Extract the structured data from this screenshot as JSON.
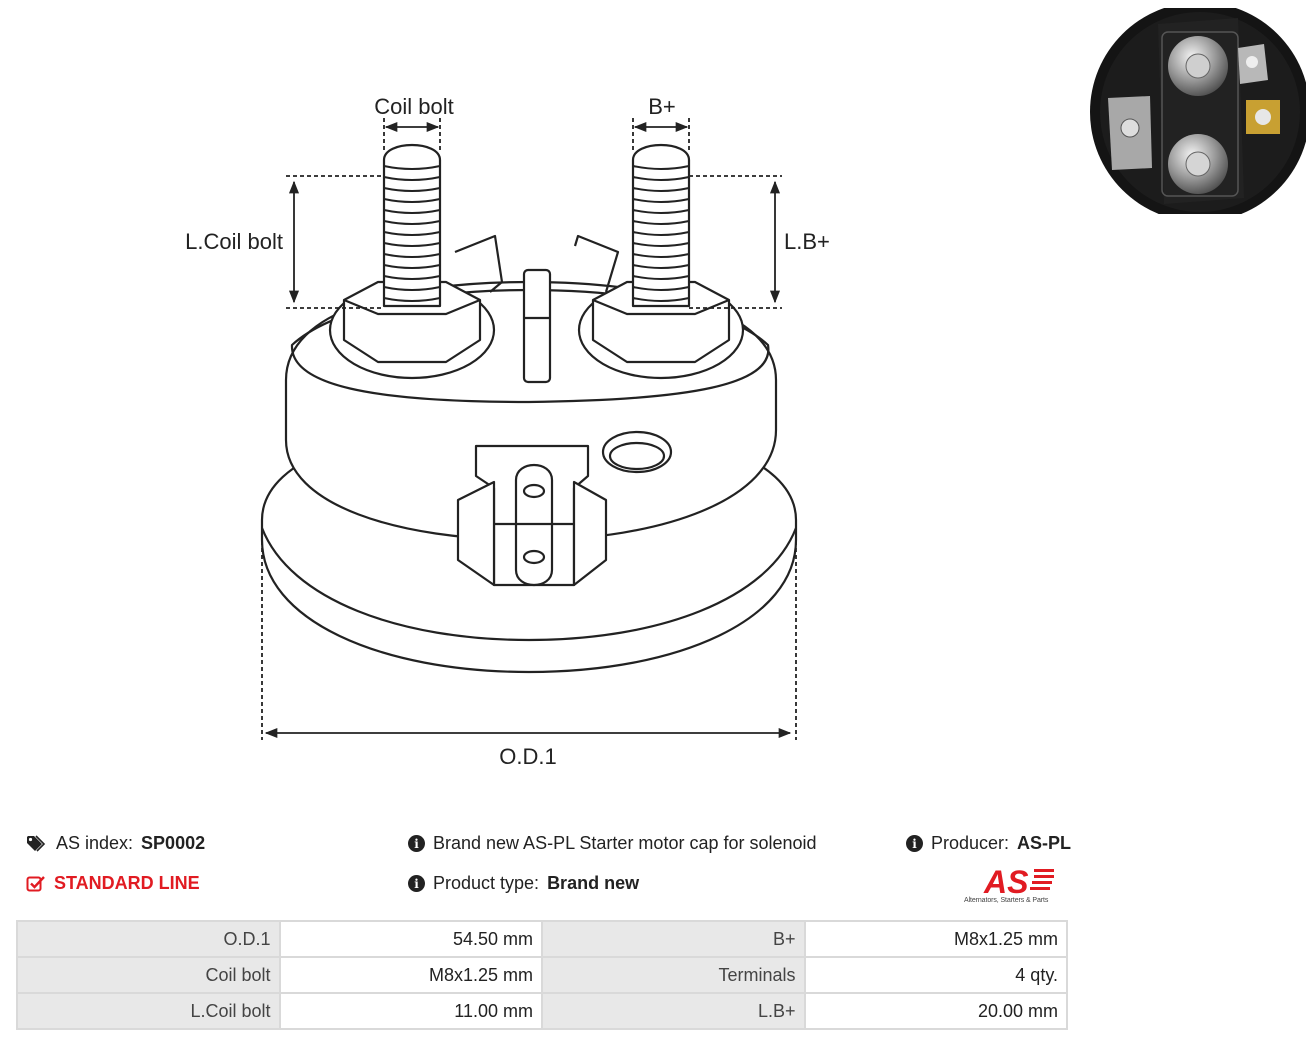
{
  "diagram": {
    "labels": {
      "coil_bolt": "Coil bolt",
      "b_plus": "B+",
      "l_coil_bolt": "L.Coil bolt",
      "l_b_plus": "L.B+",
      "od1": "O.D.1"
    }
  },
  "info": {
    "as_index_label": "AS index:",
    "as_index_value": "SP0002",
    "line": "STANDARD LINE",
    "description": "Brand new AS-PL Starter motor cap for solenoid",
    "product_type_label": "Product type:",
    "product_type_value": "Brand new",
    "producer_label": "Producer:",
    "producer_value": "AS-PL"
  },
  "logo": {
    "text": "AS",
    "tagline": "Alternators, Starters & Parts",
    "color": "#e11b22"
  },
  "specs": {
    "rows": [
      {
        "label1": "O.D.1",
        "value1": "54.50 mm",
        "label2": "B+",
        "value2": "M8x1.25 mm"
      },
      {
        "label1": "Coil bolt",
        "value1": "M8x1.25 mm",
        "label2": "Terminals",
        "value2": "4 qty."
      },
      {
        "label1": "L.Coil bolt",
        "value1": "11.00 mm",
        "label2": "L.B+",
        "value2": "20.00 mm"
      }
    ]
  },
  "icons": [
    "tag-icon",
    "check-square-icon",
    "info-icon",
    "info-icon",
    "info-icon"
  ]
}
